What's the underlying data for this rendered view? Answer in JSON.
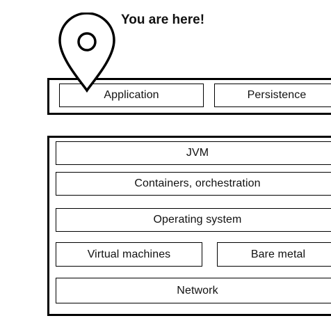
{
  "annotation": {
    "text": "You are here!",
    "marker_icon": "map-pin-icon",
    "pointing_to": "Application"
  },
  "top_layer": {
    "boxes": [
      {
        "label": "Application"
      },
      {
        "label": "Persistence"
      }
    ]
  },
  "platform_stack": {
    "boxes": [
      {
        "label": "JVM"
      },
      {
        "label": "Containers, orchestration"
      },
      {
        "label": "Operating system"
      },
      {
        "label": "Virtual machines"
      },
      {
        "label": "Bare metal"
      },
      {
        "label": "Network"
      }
    ]
  }
}
